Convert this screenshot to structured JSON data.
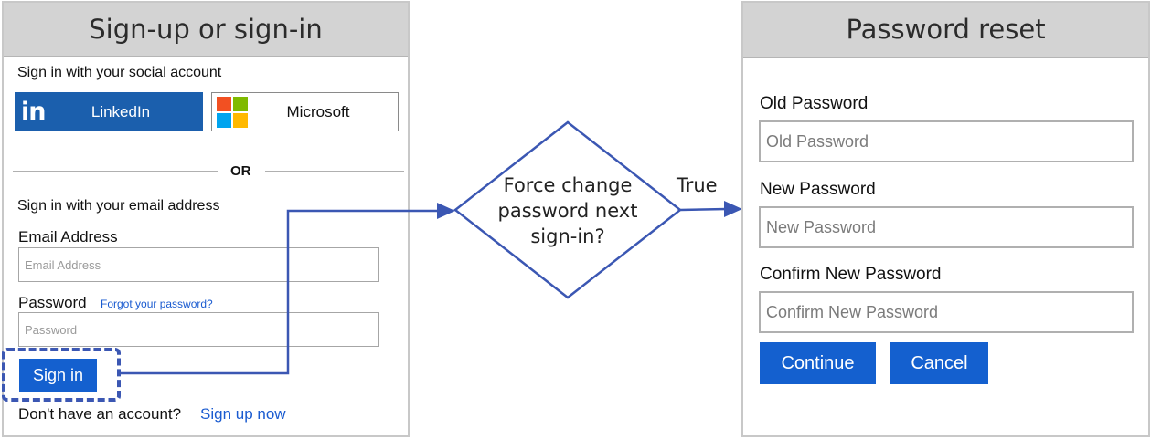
{
  "signin_panel": {
    "title": "Sign-up or sign-in",
    "social_heading": "Sign in with your social account",
    "linkedin": {
      "logo": "in",
      "label": "LinkedIn",
      "color": "#1b5fad"
    },
    "microsoft": {
      "label": "Microsoft",
      "logo_colors": [
        "#f25022",
        "#7fba00",
        "#00a4ef",
        "#ffb900"
      ]
    },
    "divider_text": "OR",
    "email_heading": "Sign in with your email address",
    "email_label": "Email Address",
    "email_placeholder": "Email Address",
    "password_label": "Password",
    "forgot_link": "Forgot your password?",
    "password_placeholder": "Password",
    "signin_button": "Sign in",
    "no_account_text": "Don't have an account?",
    "signup_link": "Sign up now"
  },
  "flow": {
    "decision_line1": "Force change",
    "decision_line2": "password next",
    "decision_line3": "sign-in?",
    "true_label": "True",
    "line_color": "#3b57b3"
  },
  "reset_panel": {
    "title": "Password reset",
    "old_label": "Old Password",
    "old_placeholder": "Old Password",
    "new_label": "New Password",
    "new_placeholder": "New Password",
    "confirm_label": "Confirm New Password",
    "confirm_placeholder": "Confirm New Password",
    "continue_button": "Continue",
    "cancel_button": "Cancel",
    "button_color": "#1460cf"
  }
}
